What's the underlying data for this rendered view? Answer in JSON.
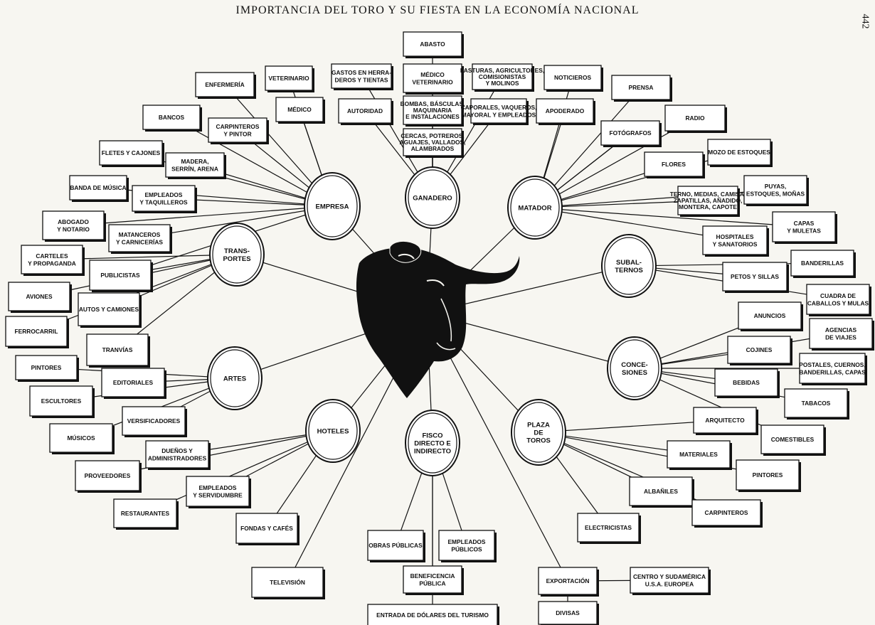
{
  "title": "IMPORTANCIA DEL TORO Y SU FIESTA EN LA ECONOMÍA NACIONAL",
  "page_number": "442",
  "center": {
    "icon": "bull-head-icon"
  },
  "hubs": [
    {
      "id": "empresa",
      "label": [
        "EMPRESA"
      ]
    },
    {
      "id": "ganadero",
      "label": [
        "GANADERO"
      ]
    },
    {
      "id": "matador",
      "label": [
        "MATADOR"
      ]
    },
    {
      "id": "transportes",
      "label": [
        "TRANS-",
        "PORTES"
      ]
    },
    {
      "id": "subalternos",
      "label": [
        "SUBAL-",
        "TERNOS"
      ]
    },
    {
      "id": "artes",
      "label": [
        "ARTES"
      ]
    },
    {
      "id": "concesiones",
      "label": [
        "CONCE-",
        "SIONES"
      ]
    },
    {
      "id": "hoteles",
      "label": [
        "HOTELES"
      ]
    },
    {
      "id": "fisco",
      "label": [
        "FISCO",
        "DIRECTO E",
        "INDIRECTO"
      ]
    },
    {
      "id": "plaza",
      "label": [
        "PLAZA",
        "DE",
        "TOROS"
      ]
    }
  ],
  "boxes": [
    {
      "id": "abasto",
      "label": [
        "ABASTO"
      ],
      "hub": "ganadero"
    },
    {
      "id": "gastos",
      "label": [
        "GASTOS EN HERRA-",
        "DEROS Y TIENTAS"
      ],
      "hub": "ganadero"
    },
    {
      "id": "medico-vet",
      "label": [
        "MÉDICO",
        "VETERINARIO"
      ],
      "hub": "ganadero"
    },
    {
      "id": "pasturas",
      "label": [
        "PASTURAS, AGRICULTORES,",
        "COMISIONISTAS",
        "Y MOLINOS"
      ],
      "hub": "ganadero"
    },
    {
      "id": "autoridad",
      "label": [
        "AUTORIDAD"
      ],
      "hub": "ganadero"
    },
    {
      "id": "bombas",
      "label": [
        "BOMBAS, BÁSCULAS,",
        "MAQUINARIA",
        "E INSTALACIONES"
      ],
      "hub": "ganadero"
    },
    {
      "id": "caporales",
      "label": [
        "CAPORALES, VAQUEROS,",
        "MAYORAL Y EMPLEADOS"
      ],
      "hub": "ganadero"
    },
    {
      "id": "cercas",
      "label": [
        "CERCAS, POTREROS,",
        "AGUAJES, VALLADOS,",
        "ALAMBRADOS"
      ],
      "hub": "ganadero"
    },
    {
      "id": "enfermeria",
      "label": [
        "ENFERMERÍA"
      ],
      "hub": "empresa"
    },
    {
      "id": "veterinario",
      "label": [
        "VETERINARIO"
      ],
      "hub": "empresa"
    },
    {
      "id": "medico",
      "label": [
        "MÉDICO"
      ],
      "hub": "empresa"
    },
    {
      "id": "bancos",
      "label": [
        "BANCOS"
      ],
      "hub": "empresa"
    },
    {
      "id": "carpinteros-pintor",
      "label": [
        "CARPINTEROS",
        "Y PINTOR"
      ],
      "hub": "empresa"
    },
    {
      "id": "fletes",
      "label": [
        "FLETES Y CAJONES"
      ],
      "hub": "empresa"
    },
    {
      "id": "madera",
      "label": [
        "MADERA,",
        "SERRÍN, ARENA"
      ],
      "hub": "empresa"
    },
    {
      "id": "banda",
      "label": [
        "BANDA DE MÚSICA"
      ],
      "hub": "empresa"
    },
    {
      "id": "empleados-taq",
      "label": [
        "EMPLEADOS",
        "Y TAQUILLEROS"
      ],
      "hub": "empresa"
    },
    {
      "id": "abogado",
      "label": [
        "ABOGADO",
        "Y NOTARIO"
      ],
      "hub": "empresa"
    },
    {
      "id": "matanceros",
      "label": [
        "MATANCEROS",
        "Y CARNICERÍAS"
      ],
      "hub": "empresa"
    },
    {
      "id": "carteles",
      "label": [
        "CARTELES",
        "Y PROPAGANDA"
      ],
      "hub": "transportes"
    },
    {
      "id": "publicistas",
      "label": [
        "PUBLICISTAS"
      ],
      "hub": "transportes"
    },
    {
      "id": "aviones",
      "label": [
        "AVIONES"
      ],
      "hub": "transportes"
    },
    {
      "id": "autos",
      "label": [
        "AUTOS Y CAMIONES"
      ],
      "hub": "transportes"
    },
    {
      "id": "ferrocarril",
      "label": [
        "FERROCARRIL"
      ],
      "hub": "transportes"
    },
    {
      "id": "tranvias",
      "label": [
        "TRANVÍAS"
      ],
      "hub": "transportes"
    },
    {
      "id": "noticieros",
      "label": [
        "NOTICIEROS"
      ],
      "hub": "matador"
    },
    {
      "id": "apoderado",
      "label": [
        "APODERADO"
      ],
      "hub": "matador"
    },
    {
      "id": "prensa",
      "label": [
        "PRENSA"
      ],
      "hub": "matador"
    },
    {
      "id": "radio",
      "label": [
        "RADIO"
      ],
      "hub": "matador"
    },
    {
      "id": "fotografos",
      "label": [
        "FOTÓGRAFOS"
      ],
      "hub": "matador"
    },
    {
      "id": "mozo",
      "label": [
        "MOZO DE ESTOQUES"
      ],
      "hub": "matador"
    },
    {
      "id": "flores",
      "label": [
        "FLORES"
      ],
      "hub": "matador"
    },
    {
      "id": "terno",
      "label": [
        "TERNO, MEDIAS, CAMISA,",
        "ZAPATILLAS, AÑADIDO,",
        "MONTERA, CAPOTE"
      ],
      "hub": "matador"
    },
    {
      "id": "puyas",
      "label": [
        "PUYAS,",
        "ESTOQUES, MOÑAS"
      ],
      "hub": "matador"
    },
    {
      "id": "capas",
      "label": [
        "CAPAS",
        "Y MULETAS"
      ],
      "hub": "matador"
    },
    {
      "id": "hospitales",
      "label": [
        "HOSPITALES",
        "Y SANATORIOS"
      ],
      "hub": "matador"
    },
    {
      "id": "banderillas",
      "label": [
        "BANDERILLAS"
      ],
      "hub": "subalternos"
    },
    {
      "id": "petos",
      "label": [
        "PETOS Y SILLAS"
      ],
      "hub": "subalternos"
    },
    {
      "id": "cuadra",
      "label": [
        "CUADRA DE",
        "CABALLOS Y MULAS"
      ],
      "hub": "subalternos"
    },
    {
      "id": "anuncios",
      "label": [
        "ANUNCIOS"
      ],
      "hub": "concesiones"
    },
    {
      "id": "agencias",
      "label": [
        "AGENCIAS",
        "DE VIAJES"
      ],
      "hub": "concesiones"
    },
    {
      "id": "cojines",
      "label": [
        "COJINES"
      ],
      "hub": "concesiones"
    },
    {
      "id": "postales",
      "label": [
        "POSTALES, CUERNOS,",
        "BANDERILLAS, CAPAS"
      ],
      "hub": "concesiones"
    },
    {
      "id": "bebidas",
      "label": [
        "BEBIDAS"
      ],
      "hub": "concesiones"
    },
    {
      "id": "tabacos",
      "label": [
        "TABACOS"
      ],
      "hub": "concesiones"
    },
    {
      "id": "arquitecto",
      "label": [
        "ARQUITECTO"
      ],
      "hub": "plaza"
    },
    {
      "id": "comestibles",
      "label": [
        "COMESTIBLES"
      ],
      "hub": "concesiones"
    },
    {
      "id": "materiales",
      "label": [
        "MATERIALES"
      ],
      "hub": "plaza"
    },
    {
      "id": "pintores-r",
      "label": [
        "PINTORES"
      ],
      "hub": "plaza"
    },
    {
      "id": "albaniles",
      "label": [
        "ALBAÑILES"
      ],
      "hub": "plaza"
    },
    {
      "id": "carpinteros",
      "label": [
        "CARPINTEROS"
      ],
      "hub": "plaza"
    },
    {
      "id": "electricistas",
      "label": [
        "ELECTRICISTAS"
      ],
      "hub": "plaza"
    },
    {
      "id": "pintores-l",
      "label": [
        "PINTORES"
      ],
      "hub": "artes"
    },
    {
      "id": "editoriales",
      "label": [
        "EDITORIALES"
      ],
      "hub": "artes"
    },
    {
      "id": "escultores",
      "label": [
        "ESCULTORES"
      ],
      "hub": "artes"
    },
    {
      "id": "versificadores",
      "label": [
        "VERSIFICADORES"
      ],
      "hub": "artes"
    },
    {
      "id": "musicos",
      "label": [
        "MÚSICOS"
      ],
      "hub": "artes"
    },
    {
      "id": "duenos",
      "label": [
        "DUEÑOS Y",
        "ADMINISTRADORES"
      ],
      "hub": "hoteles"
    },
    {
      "id": "proveedores",
      "label": [
        "PROVEEDORES"
      ],
      "hub": "hoteles"
    },
    {
      "id": "empleados-serv",
      "label": [
        "EMPLEADOS",
        "Y SERVIDUMBRE"
      ],
      "hub": "hoteles"
    },
    {
      "id": "restaurantes",
      "label": [
        "RESTAURANTES"
      ],
      "hub": "hoteles"
    },
    {
      "id": "fondas",
      "label": [
        "FONDAS Y CAFÉS"
      ],
      "hub": "hoteles"
    },
    {
      "id": "television",
      "label": [
        "TELEVISIÓN"
      ],
      "hub": "center"
    },
    {
      "id": "obras",
      "label": [
        "OBRAS PÚBLICAS"
      ],
      "hub": "fisco"
    },
    {
      "id": "empleados-pub",
      "label": [
        "EMPLEADOS",
        "PÚBLICOS"
      ],
      "hub": "fisco"
    },
    {
      "id": "beneficencia",
      "label": [
        "BENEFICENCIA",
        "PÚBLICA"
      ],
      "hub": "fisco"
    },
    {
      "id": "entrada",
      "label": [
        "ENTRADA DE DÓLARES DEL TURISMO"
      ],
      "hub": "fisco"
    },
    {
      "id": "exportacion",
      "label": [
        "EXPORTACIÓN"
      ],
      "hub": "center"
    },
    {
      "id": "centro",
      "label": [
        "CENTRO Y SUDAMÉRICA",
        "U.S.A. EUROPEA"
      ],
      "hub": "exportacion"
    },
    {
      "id": "divisas",
      "label": [
        "DIVISAS"
      ],
      "hub": "exportacion"
    }
  ]
}
